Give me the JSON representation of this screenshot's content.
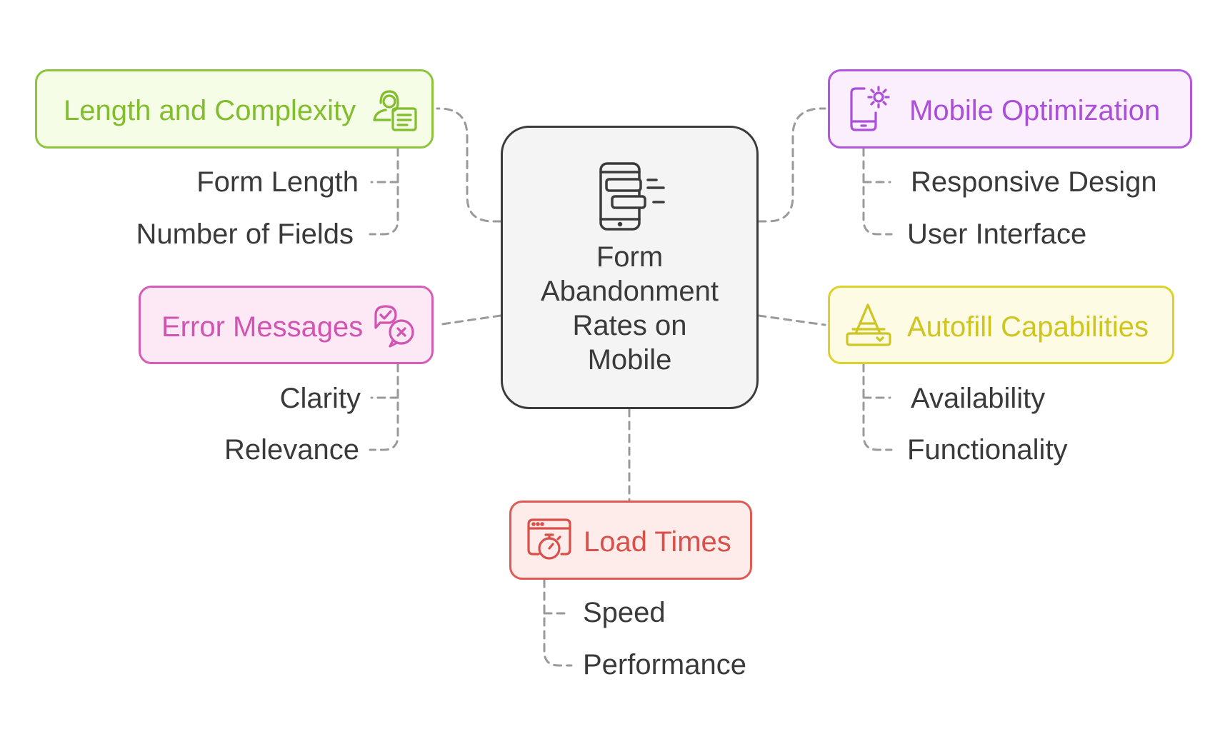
{
  "central": {
    "lines": [
      "Form",
      "Abandonment",
      "Rates on",
      "Mobile"
    ],
    "icon": "mobile-form-icon"
  },
  "branches": {
    "length": {
      "label": "Length and Complexity",
      "icon": "person-document-icon",
      "color": "#82bd2d",
      "items": [
        "Form Length",
        "Number of Fields"
      ]
    },
    "mobile": {
      "label": "Mobile Optimization",
      "icon": "phone-gear-icon",
      "color": "#ab4fd9",
      "items": [
        "Responsive Design",
        "User Interface"
      ]
    },
    "error": {
      "label": "Error Messages",
      "icon": "chat-error-icon",
      "color": "#d154b1",
      "items": [
        "Clarity",
        "Relevance"
      ]
    },
    "autofill": {
      "label": "Autofill Capabilities",
      "icon": "autofill-text-icon",
      "color": "#cfc520",
      "items": [
        "Availability",
        "Functionality"
      ]
    },
    "load": {
      "label": "Load Times",
      "icon": "browser-stopwatch-icon",
      "color": "#d9504b",
      "items": [
        "Speed",
        "Performance"
      ]
    }
  }
}
